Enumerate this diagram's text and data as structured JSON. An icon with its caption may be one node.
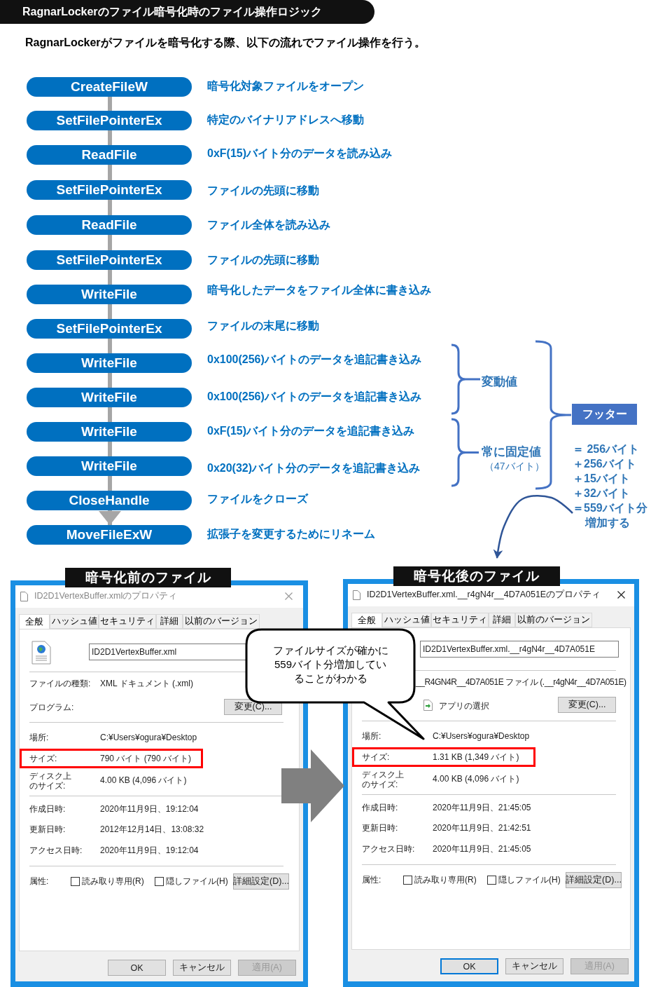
{
  "diagram": {
    "title": "RagnarLockerのファイル暗号化時のファイル操作ロジック",
    "nodes": [
      {
        "text": [
          "CreateFileW"
        ],
        "beside": [
          "暗号化対象ファイルをオープン"
        ]
      },
      {
        "text": [
          "SetFilePointerEx"
        ],
        "beside": [
          "特定のバイナリアドレスへ移動"
        ]
      },
      {
        "text": [
          "ReadFile"
        ],
        "beside": [
          "0xF(15)バイト分のデータを読み込み"
        ]
      },
      {
        "text": [
          "SetFilePointerEx"
        ],
        "beside": [
          "ファイルの先頭に移動"
        ]
      },
      {
        "text": [
          "ReadFile"
        ],
        "beside": [
          "ファイル全体を読み込み"
        ]
      },
      {
        "text": [
          "SetFilePointerEx"
        ],
        "beside": [
          "ファイルの先頭に移動"
        ]
      },
      {
        "text": [
          "WriteFile"
        ],
        "beside": [
          "暗号化したデータをファイル全体に書き込み"
        ]
      },
      {
        "text": [
          "SetFilePointerEx"
        ],
        "beside": [
          "ファイルの末尾に移動"
        ]
      },
      {
        "text": [
          "WriteFile"
        ],
        "beside": [
          "0x100(256)バイトのデータを追記書き込み"
        ]
      },
      {
        "text": [
          "WriteFile"
        ],
        "beside": [
          "0x100(256)バイトのデータを追記書き込み"
        ]
      },
      {
        "text": [
          "WriteFile"
        ],
        "beside": [
          "0xF(15)バイト分のデータを追記書き込み"
        ]
      },
      {
        "text": [
          "WriteFile"
        ],
        "beside": [
          "0x20(32)バイト分のデータを追記書き込み"
        ]
      },
      {
        "text": [
          "CloseHandle"
        ],
        "beside": [
          "ファイルをクローズ"
        ]
      },
      {
        "text": [
          "MoveFileExW"
        ],
        "beside": [
          "拡張子を変更するためにリネーム"
        ]
      },
      {
        "text": [
          "変動値"
        ]
      },
      {
        "text": [
          "常に固定値",
          "（47バイト）"
        ]
      },
      {
        "text": [
          "フッター"
        ]
      },
      {
        "text": [
          "＝ 256バイト",
          "＋256バイト",
          "＋15バイト",
          "＋32バイト",
          "＝559バイト分",
          "増加する"
        ]
      },
      {
        "text": [
          "暗号化前のファイル",
          "ID2D1VertexBuffer.xmlのプロパティ"
        ]
      },
      {
        "text": [
          "サイズ:",
          "790 バイト (790 バイト)"
        ],
        "in": 18
      },
      {
        "text": [
          "暗号化後のファイル",
          "ID2D1VertexBuffer.xml.__r4gN4r__4D7A051Eのプロパティ"
        ]
      },
      {
        "text": [
          "サイズ:",
          "1.31 KB (1,349 バイト)"
        ],
        "in": 20
      },
      {
        "text": [
          "ファイルサイズが確かに559バイト分増加していることがわかる"
        ]
      }
    ],
    "edges": [
      {
        "from": 0,
        "to": 1,
        "arrow": "none"
      },
      {
        "from": 1,
        "to": 2,
        "arrow": "none"
      },
      {
        "from": 2,
        "to": 3,
        "arrow": "none"
      },
      {
        "from": 3,
        "to": 4,
        "arrow": "none"
      },
      {
        "from": 4,
        "to": 5,
        "arrow": "none"
      },
      {
        "from": 5,
        "to": 6,
        "arrow": "none"
      },
      {
        "from": 6,
        "to": 7,
        "arrow": "none"
      },
      {
        "from": 7,
        "to": 8,
        "arrow": "none"
      },
      {
        "from": 8,
        "to": 9,
        "arrow": "none"
      },
      {
        "from": 9,
        "to": 10,
        "arrow": "none"
      },
      {
        "from": 10,
        "to": 11,
        "arrow": "none"
      },
      {
        "from": 11,
        "to": 12,
        "arrow": "none"
      },
      {
        "from": 12,
        "to": 13,
        "arrow": "to"
      },
      {
        "from": 17,
        "to": 20,
        "arrow": "to",
        "color": "#2f5597"
      },
      {
        "from": 18,
        "to": 20,
        "arrow": "to",
        "style": "thick",
        "color": "#808080"
      }
    ],
    "labels": [
      "RagnarLockerがファイルを暗号化する際、以下の流れでファイル操作を行う。",
      "全般",
      "ハッシュ値",
      "セキュリティ",
      "詳細",
      "以前のバージョン",
      "ID2D1VertexBuffer.xml",
      "ファイルの種類:",
      "XML ドキュメント (.xml)",
      "プログラム:",
      "変更(C)...",
      "場所:",
      "C:¥Users¥ogura¥Desktop",
      "ディスク上のサイズ:",
      "4.00 KB (4,096 バイト)",
      "作成日時:",
      "2020年11月9日、19:12:04",
      "更新日時:",
      "2012年12月14日、13:08:32",
      "アクセス日時:",
      "2020年11月9日、19:12:04",
      "属性:",
      "読み取り専用(R)",
      "隠しファイル(H)",
      "詳細設定(D)...",
      "OK",
      "キャンセル",
      "適用(A)",
      "全般",
      "ハッシュ値",
      "セキュリティ",
      "詳細",
      "以前のバージョン",
      "ID2D1VertexBuffer.xml.__r4gN4r__4D7A051E",
      "__R4GN4R__4D7A051E ファイル (.__r4gN4r__4D7A051E)",
      "アプリの選択",
      "変更(C)...",
      "場所:",
      "C:¥Users¥ogura¥Desktop",
      "ディスク上のサイズ:",
      "4.00 KB (4,096 バイト)",
      "作成日時:",
      "2020年11月9日、21:45:05",
      "更新日時:",
      "2020年11月9日、21:42:51",
      "アクセス日時:",
      "2020年11月9日、21:45:05",
      "属性:",
      "読み取り専用(R)",
      "隠しファイル(H)",
      "詳細設定(D)...",
      "OK",
      "キャンセル",
      "適用(A)"
    ]
  }
}
